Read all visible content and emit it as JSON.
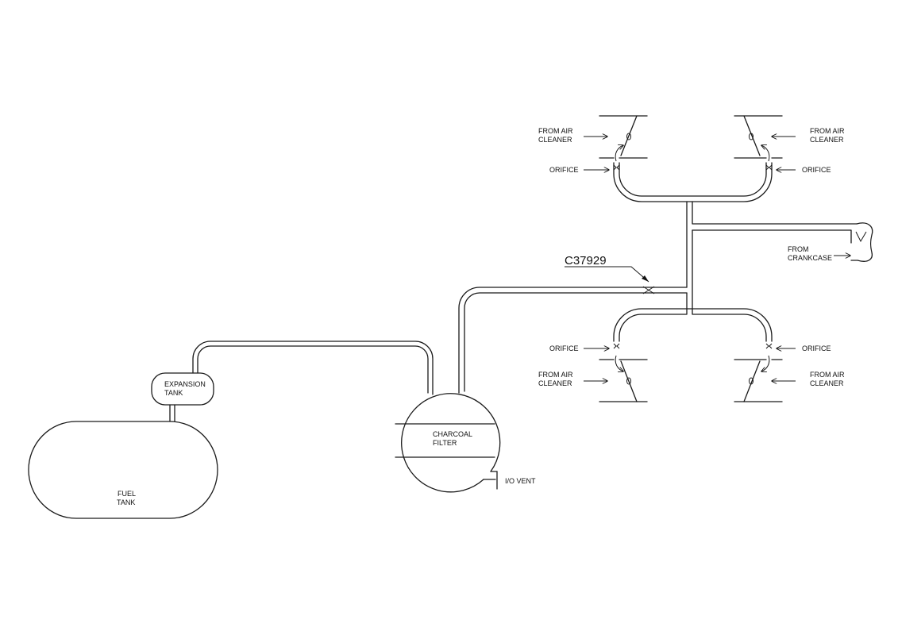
{
  "diagram": {
    "part_number": "C37929",
    "fuel_tank": [
      "FUEL",
      "TANK"
    ],
    "expansion_tank": [
      "EXPANSION",
      "TANK"
    ],
    "charcoal_filter": [
      "CHARCOAL",
      "FILTER"
    ],
    "vent": "I/O VENT",
    "crankcase": [
      "FROM",
      "CRANKCASE"
    ],
    "air_cleaner": [
      "FROM AIR",
      "CLEANER"
    ],
    "orifice": "ORIFICE"
  }
}
